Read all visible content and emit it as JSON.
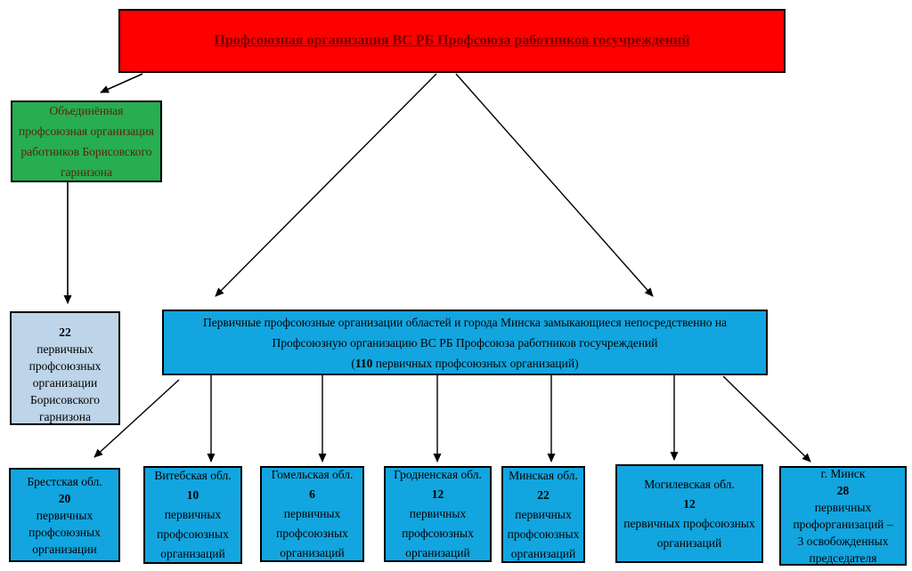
{
  "colors": {
    "root_fill": "#fe0000",
    "root_text": "#790000",
    "united_fill": "#26ae50",
    "borisov_fill": "#bdd4e9",
    "hub_fill": "#12a5df",
    "line_color": "#000000"
  },
  "root_box": {
    "title": "Профсоюзная организация ВС РБ Профсоюза работников госучреждений"
  },
  "united_box": {
    "lines": [
      "Объединённая",
      "профсоюзная организация",
      "работников Борисовского",
      "гарнизона"
    ]
  },
  "borisov_box": {
    "count": "22",
    "lines": [
      "первичных",
      "профсоюзных",
      "организации",
      "Борисовского",
      "гарнизона"
    ]
  },
  "hub_box": {
    "line1": "Первичные профсоюзные организации областей и города Минска замыкающиеся непосредственно на",
    "line2": "Профсоюзную организацию ВС РБ Профсоюза работников госучреждений",
    "line3_open": "(",
    "line3_count": "110",
    "line3_rest": " первичных профсоюзных организаций)"
  },
  "region_boxes": [
    {
      "region": "Брестская обл.",
      "count": "20",
      "lines": [
        "первичных",
        "профсоюзных",
        "организации"
      ]
    },
    {
      "region": "Витебская обл.",
      "count": "10",
      "lines": [
        "первичных",
        "профсоюзных",
        "организаций"
      ]
    },
    {
      "region": "Гомельская обл.",
      "count": "6",
      "lines": [
        "первичных",
        "профсоюзных",
        "организаций"
      ]
    },
    {
      "region": "Гродненская обл.",
      "count": "12",
      "lines": [
        "первичных",
        "профсоюзных",
        "организаций"
      ]
    },
    {
      "region": "Минская обл.",
      "count": "22",
      "lines": [
        "первичных",
        "профсоюзных",
        "организаций"
      ]
    },
    {
      "region": "Могилевская обл.",
      "count": "12",
      "lines": [
        "первичных профсоюзных",
        "организаций"
      ]
    },
    {
      "region": "г. Минск",
      "count": "28",
      "lines": [
        "первичных",
        "профорганизаций –",
        "3 освобожденных",
        "председателя"
      ]
    }
  ]
}
